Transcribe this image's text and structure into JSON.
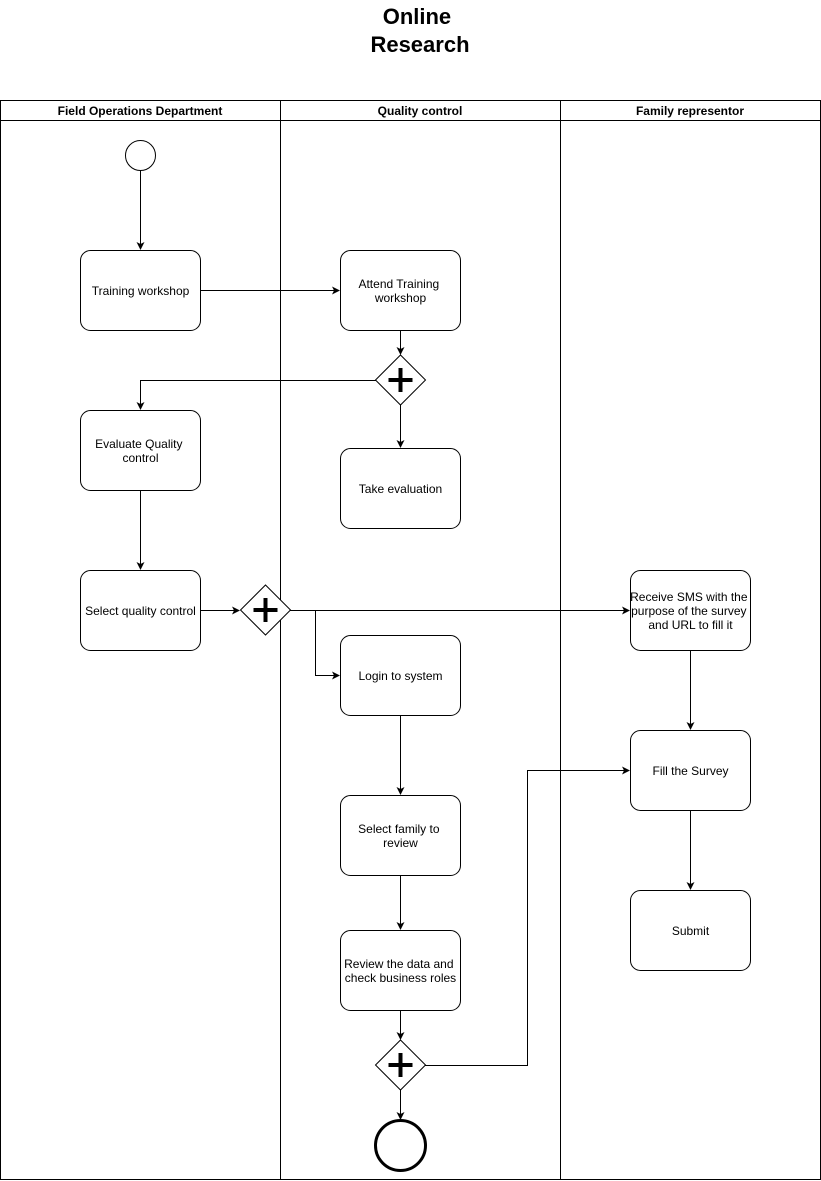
{
  "title": [
    "Online",
    "Research"
  ],
  "lanes": [
    {
      "id": "field",
      "label": "Field Operations Department"
    },
    {
      "id": "qc",
      "label": "Quality control"
    },
    {
      "id": "family",
      "label": "Family representor"
    }
  ],
  "tasks": [
    {
      "id": "training",
      "lines": [
        "Training workshop"
      ]
    },
    {
      "id": "attend",
      "lines": [
        "Attend Training",
        "workshop"
      ]
    },
    {
      "id": "evaluate",
      "lines": [
        "Evaluate Quality",
        "control"
      ]
    },
    {
      "id": "take_eval",
      "lines": [
        "Take evaluation"
      ]
    },
    {
      "id": "select_qc",
      "lines": [
        "Select quality control"
      ]
    },
    {
      "id": "receive_sms",
      "lines": [
        "Receive SMS with the",
        "purpose of the survey",
        "and URL to fill it"
      ]
    },
    {
      "id": "login",
      "lines": [
        "Login to system"
      ]
    },
    {
      "id": "fill_survey",
      "lines": [
        "Fill the Survey"
      ]
    },
    {
      "id": "select_family",
      "lines": [
        "Select family to",
        "review"
      ]
    },
    {
      "id": "submit",
      "lines": [
        "Submit"
      ]
    },
    {
      "id": "review",
      "lines": [
        "Review the data and",
        "check business roles"
      ]
    }
  ],
  "gateways": [
    {
      "id": "gw1",
      "type": "parallel"
    },
    {
      "id": "gw2",
      "type": "parallel"
    },
    {
      "id": "gw3",
      "type": "parallel"
    }
  ],
  "events": [
    {
      "id": "start",
      "type": "start"
    },
    {
      "id": "end",
      "type": "end"
    }
  ]
}
